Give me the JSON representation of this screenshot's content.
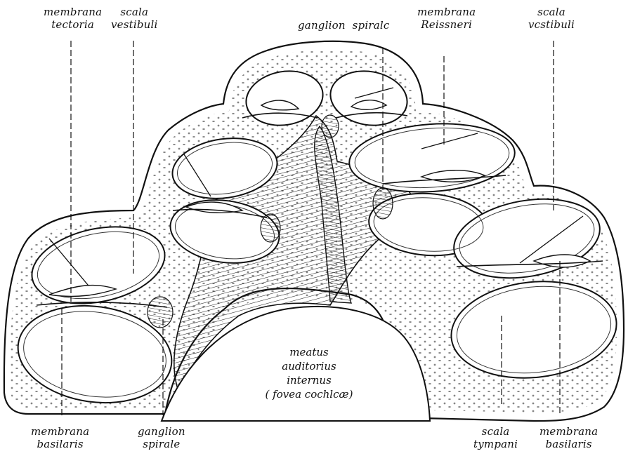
{
  "labels": {
    "tl_membrana": "membrana",
    "tl_tectoria": "tectoria",
    "tl_scala": "scala",
    "tl_vestibuli": "vestibuli",
    "tc_ganglion": "ganglion",
    "tc_spirale": "spiralc",
    "tr_membrana": "membrana",
    "tr_reissneri": "Reissneri",
    "tr_scala": "scala",
    "tr_vestibuli": "vcstibuli",
    "c_meatus": "meatus",
    "c_auditorius": "auditorius",
    "c_internus": "internus",
    "c_fovea": "( fovea cochlcæ)",
    "bl_membrana": "membrana",
    "bl_basilaris": "basilaris",
    "bl_ganglion": "ganglion",
    "bl_spirale": "spirale",
    "br_scala": "scala",
    "br_tympani": "tympani",
    "br_membrana": "membrana",
    "br_basilaris": "basilaris"
  }
}
